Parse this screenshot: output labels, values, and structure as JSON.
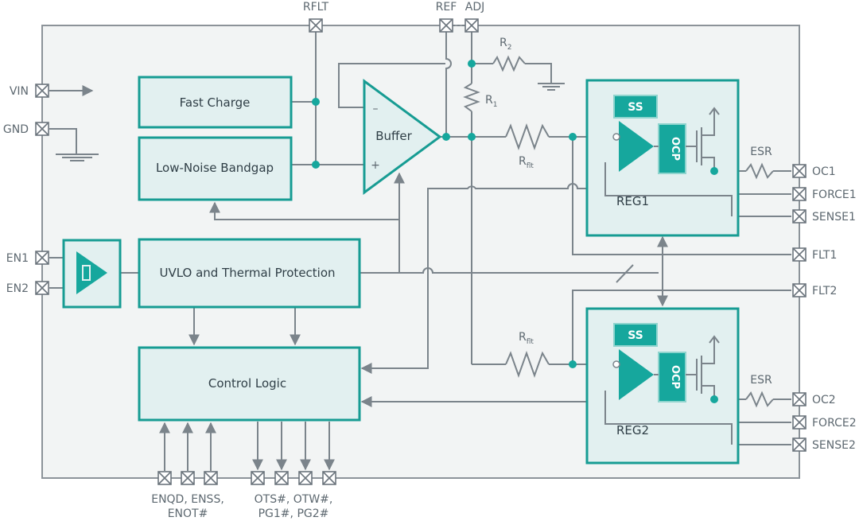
{
  "blocks": {
    "fast_charge": "Fast Charge",
    "bandgap": "Low-Noise Bandgap",
    "buffer": "Buffer",
    "uvlo": "UVLO and Thermal Protection",
    "control": "Control Logic",
    "reg1": "REG1",
    "reg2": "REG2",
    "ss": "SS",
    "ocp": "OCP"
  },
  "pins": {
    "rflt": "RFLT",
    "ref": "REF",
    "adj": "ADJ",
    "vin": "VIN",
    "gnd": "GND",
    "en1": "EN1",
    "en2": "EN2",
    "oc1": "OC1",
    "force1": "FORCE1",
    "sense1": "SENSE1",
    "flt1": "FLT1",
    "flt2": "FLT2",
    "oc2": "OC2",
    "force2": "FORCE2",
    "sense2": "SENSE2",
    "bottom_left_1": "ENQD, ENSS,",
    "bottom_left_2": "ENOT#",
    "bottom_right_1": "OTS#, OTW#,",
    "bottom_right_2": "PG1#, PG2#"
  },
  "components": {
    "r2": "R",
    "r2_sub": "2",
    "r1": "R",
    "r1_sub": "1",
    "rflt": "R",
    "rflt_sub": "flt",
    "esr": "ESR",
    "minus": "–",
    "plus": "+"
  }
}
